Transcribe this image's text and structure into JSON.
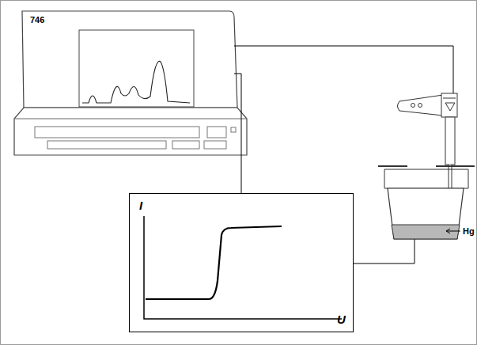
{
  "diagram": {
    "nodes": [
      {
        "text": [
          "746"
        ]
      },
      {
        "text": [
          "I",
          "U"
        ]
      }
    ],
    "edges": [
      {
        "from": 0,
        "to": 1,
        "arrow": "none"
      }
    ],
    "labels": [
      "Hg"
    ]
  }
}
